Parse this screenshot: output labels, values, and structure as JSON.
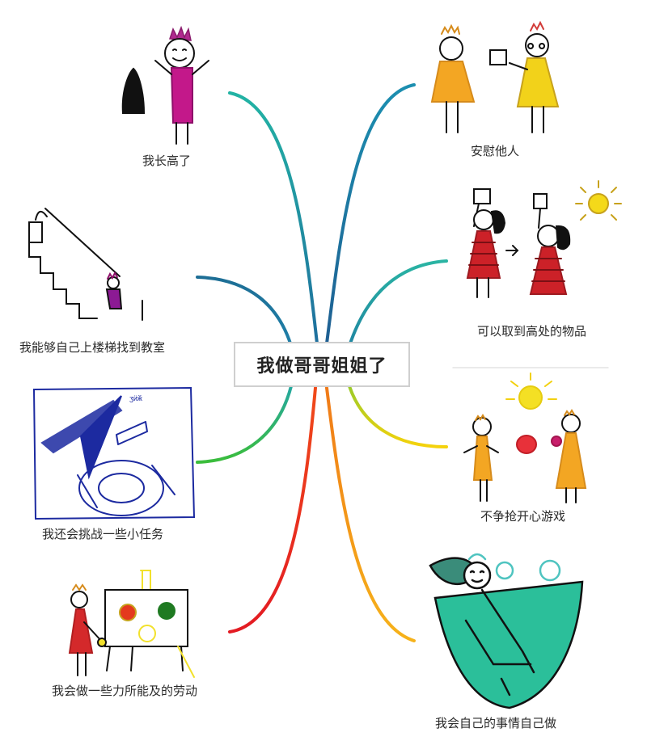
{
  "central_topic": "我做哥哥姐姐了",
  "branches": [
    {
      "label": "我长高了",
      "side": "left",
      "color": "teal",
      "picture": "tall-child-with-shadow"
    },
    {
      "label": "我能够自己上楼梯找到教室",
      "side": "left",
      "color": "blue",
      "picture": "child-climbing-stairs"
    },
    {
      "label": "我还会挑战一些小任务",
      "side": "left",
      "color": "green",
      "picture": "blue-pen-task-drawing"
    },
    {
      "label": "我会做一些力所能及的劳动",
      "side": "left",
      "color": "red",
      "picture": "child-beside-easel"
    },
    {
      "label": "安慰他人",
      "side": "right",
      "color": "blue",
      "picture": "two-girls-in-yellow-dresses"
    },
    {
      "label": "可以取到高处的物品",
      "side": "right",
      "color": "teal",
      "picture": "girls-reaching-high-with-sun"
    },
    {
      "label": "不争抢开心游戏",
      "side": "right",
      "color": "yellow",
      "picture": "two-kids-sharing-under-sun"
    },
    {
      "label": "我会自己的事情自己做",
      "side": "right",
      "color": "orange",
      "picture": "child-in-green-dress"
    }
  ],
  "colors": {
    "teal": "#1aa39a",
    "blue": "#1f6f9e",
    "green": "#2db34a",
    "red": "#e8281e",
    "yellow": "#f2d00f",
    "orange": "#f0951a",
    "border": "#cfcfcf"
  }
}
